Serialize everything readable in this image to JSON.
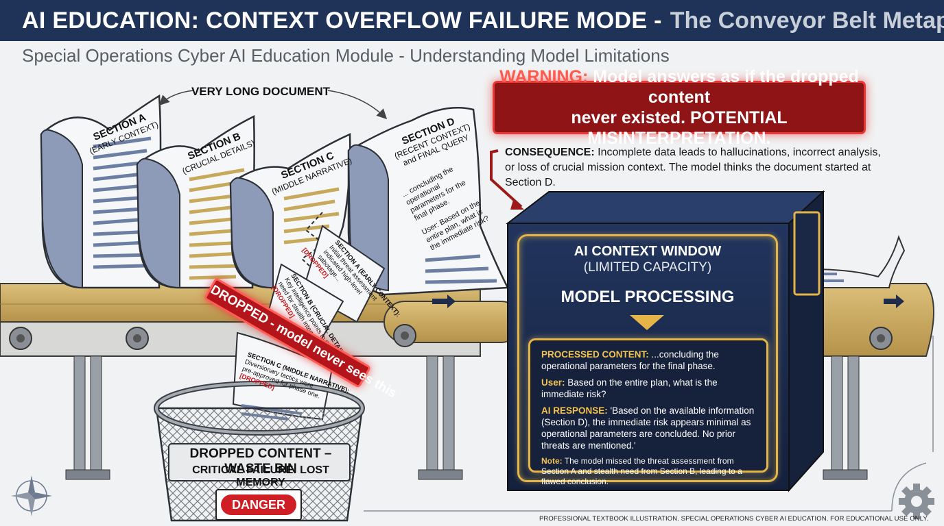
{
  "header": {
    "title_main": "AI EDUCATION: CONTEXT OVERFLOW FAILURE MODE -",
    "title_sub": "The Conveyor Belt Metaphor",
    "subtitle": "Special Operations Cyber AI Education Module - Understanding Model Limitations"
  },
  "document": {
    "label": "VERY LONG DOCUMENT",
    "sections": [
      {
        "title": "SECTION A",
        "subtitle": "(EARLY CONTEXT)"
      },
      {
        "title": "SECTION B",
        "subtitle": "(CRUCIAL DETAILS)"
      },
      {
        "title": "SECTION C",
        "subtitle": "(MIDDLE NARRATIVE)"
      },
      {
        "title": "SECTION D",
        "subtitle": "(RECENT CONTEXT)",
        "subtitle_2": "and FINAL QUERY",
        "body_lines": [
          "... concluding the",
          "operational",
          "parameters for the",
          "final phase.",
          "User: Based on the",
          "entire plan, what is",
          "the immediate risk?"
        ]
      }
    ]
  },
  "dropped_fragments": [
    {
      "lines": [
        "SECTION A (EARLY CONTEXT):",
        "Initial threat assessment",
        "indicated high-level",
        "sabotage..."
      ],
      "tag": "[DROPPED]"
    },
    {
      "lines": [
        "SECTION B (CRUCIAL DETAILS):",
        "Key intelligence points to the",
        "need for stealth integration."
      ],
      "tag": "[DROPPED]"
    },
    {
      "lines": [
        "SECTION C (MIDDLE NARRATIVE):",
        "Diversionary tactics were",
        "pre-approved for phase one."
      ],
      "tag": "[DROPPED]"
    }
  ],
  "dropped_banner": "DROPPED - model never sees this",
  "warning": {
    "prefix": "WARNING:",
    "line1": "Model answers as if the dropped content",
    "line2": "never existed. POTENTIAL MISINTERPRETATION."
  },
  "consequence": {
    "label": "CONSEQUENCE:",
    "text": "Incomplete data leads to hallucinations, incorrect analysis, or loss of crucial mission context. The model thinks the document started at Section D."
  },
  "context_window": {
    "title": "AI CONTEXT WINDOW",
    "capacity": "(LIMITED CAPACITY)",
    "processing": "MODEL PROCESSING",
    "output": {
      "processed_label": "PROCESSED CONTENT:",
      "processed_text": "...concluding the operational parameters for the final phase.",
      "user_label": "User:",
      "user_text": "Based on the entire plan, what is the immediate risk?",
      "response_label": "AI RESPONSE:",
      "response_text": "'Based on the available information (Section D), the immediate risk appears minimal as operational parameters are concluded. No prior threats are mentioned.'",
      "note_label": "Note:",
      "note_text": "The model missed the threat assessment from Section A and stealth need from Section B, leading to a flawed conclusion."
    }
  },
  "waste_bin": {
    "label": "DROPPED CONTENT – WASTE BIN",
    "sublabel": "CRITICAL FAILURE: LOST MEMORY",
    "sign": "DANGER"
  },
  "footer": "PROFESSIONAL TEXTBOOK ILLUSTRATION. SPECIAL OPERATIONS CYBER AI EDUCATION. FOR EDUCATIONAL USE ONLY.",
  "colors": {
    "header_bg": "#1f3358",
    "warning_bg": "#8f1416",
    "accent_gold": "#e5b548",
    "box_navy": "#1b2a4c",
    "belt_tan": "#c8a85e",
    "danger_red": "#cf1f25"
  },
  "icons": [
    "compass-rose-icon",
    "gear-icon",
    "belt-arrow-icon",
    "cog-wheel-icon"
  ]
}
